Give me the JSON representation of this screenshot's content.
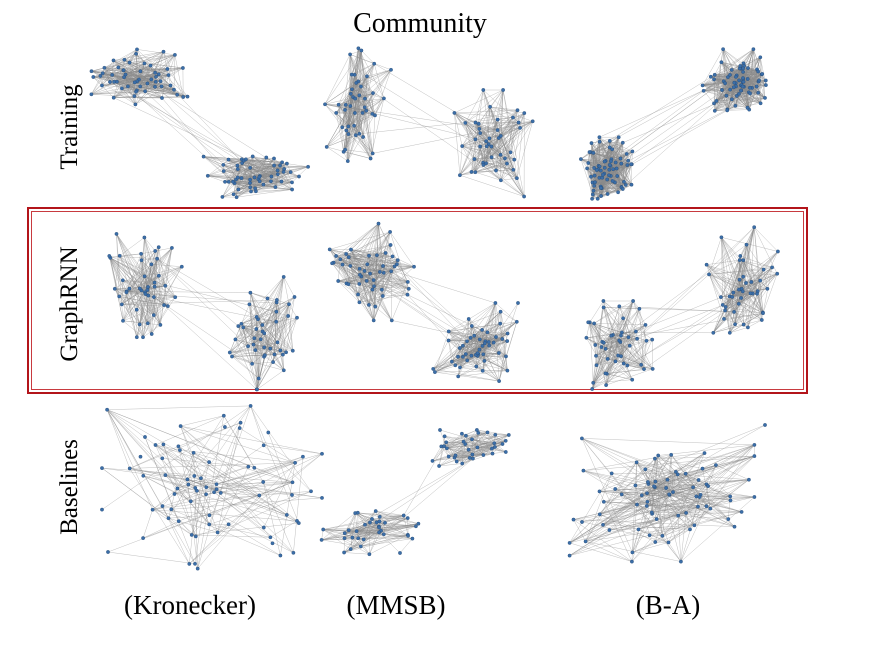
{
  "figure": {
    "title": "Community",
    "row_labels": [
      "Training",
      "GraphRNN",
      "Baselines"
    ],
    "column_labels": [
      "(Kronecker)",
      "(MMSB)",
      "(B-A)"
    ],
    "highlight_row": "GraphRNN",
    "colors": {
      "node": "#3b6ea8",
      "edge": "#8a8a8a",
      "highlight_border": "#b3151b"
    }
  }
}
